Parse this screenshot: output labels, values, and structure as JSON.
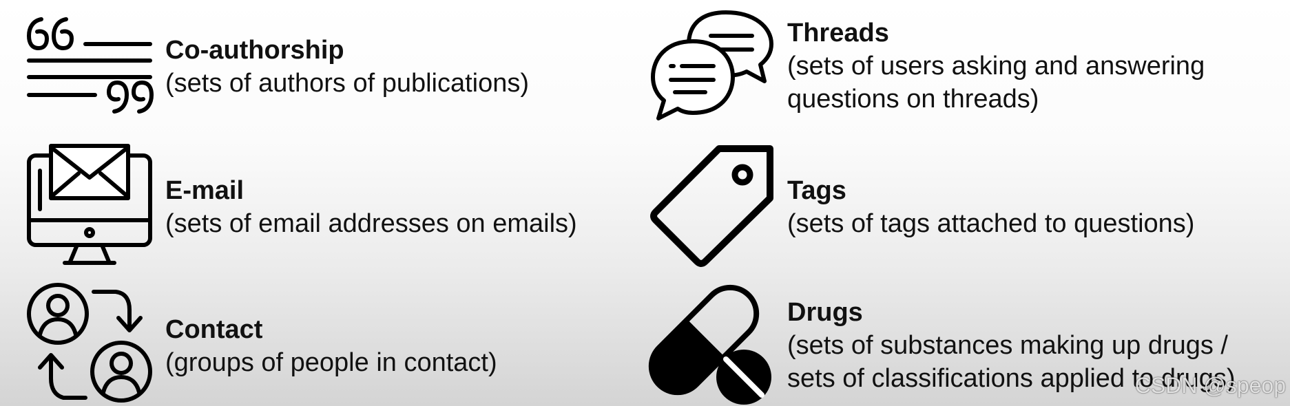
{
  "items": [
    {
      "key": "coauthorship",
      "icon": "quote-text-icon",
      "title": "Co-authorship",
      "description": "(sets of authors of publications)"
    },
    {
      "key": "email",
      "icon": "monitor-envelope-icon",
      "title": "E-mail",
      "description": "(sets of email addresses on emails)"
    },
    {
      "key": "contact",
      "icon": "people-exchange-icon",
      "title": "Contact",
      "description": "(groups of people in contact)"
    },
    {
      "key": "threads",
      "icon": "chat-bubbles-icon",
      "title": "Threads",
      "description_lines": [
        "(sets of users asking and answering",
        "questions on threads)"
      ]
    },
    {
      "key": "tags",
      "icon": "tag-icon",
      "title": "Tags",
      "description": "(sets of tags attached to questions)"
    },
    {
      "key": "drugs",
      "icon": "pill-capsule-icon",
      "title": "Drugs",
      "description_lines": [
        "(sets of substances making up drugs /",
        "sets of classifications applied to drugs)"
      ]
    }
  ],
  "watermark": "CSDN @speop"
}
